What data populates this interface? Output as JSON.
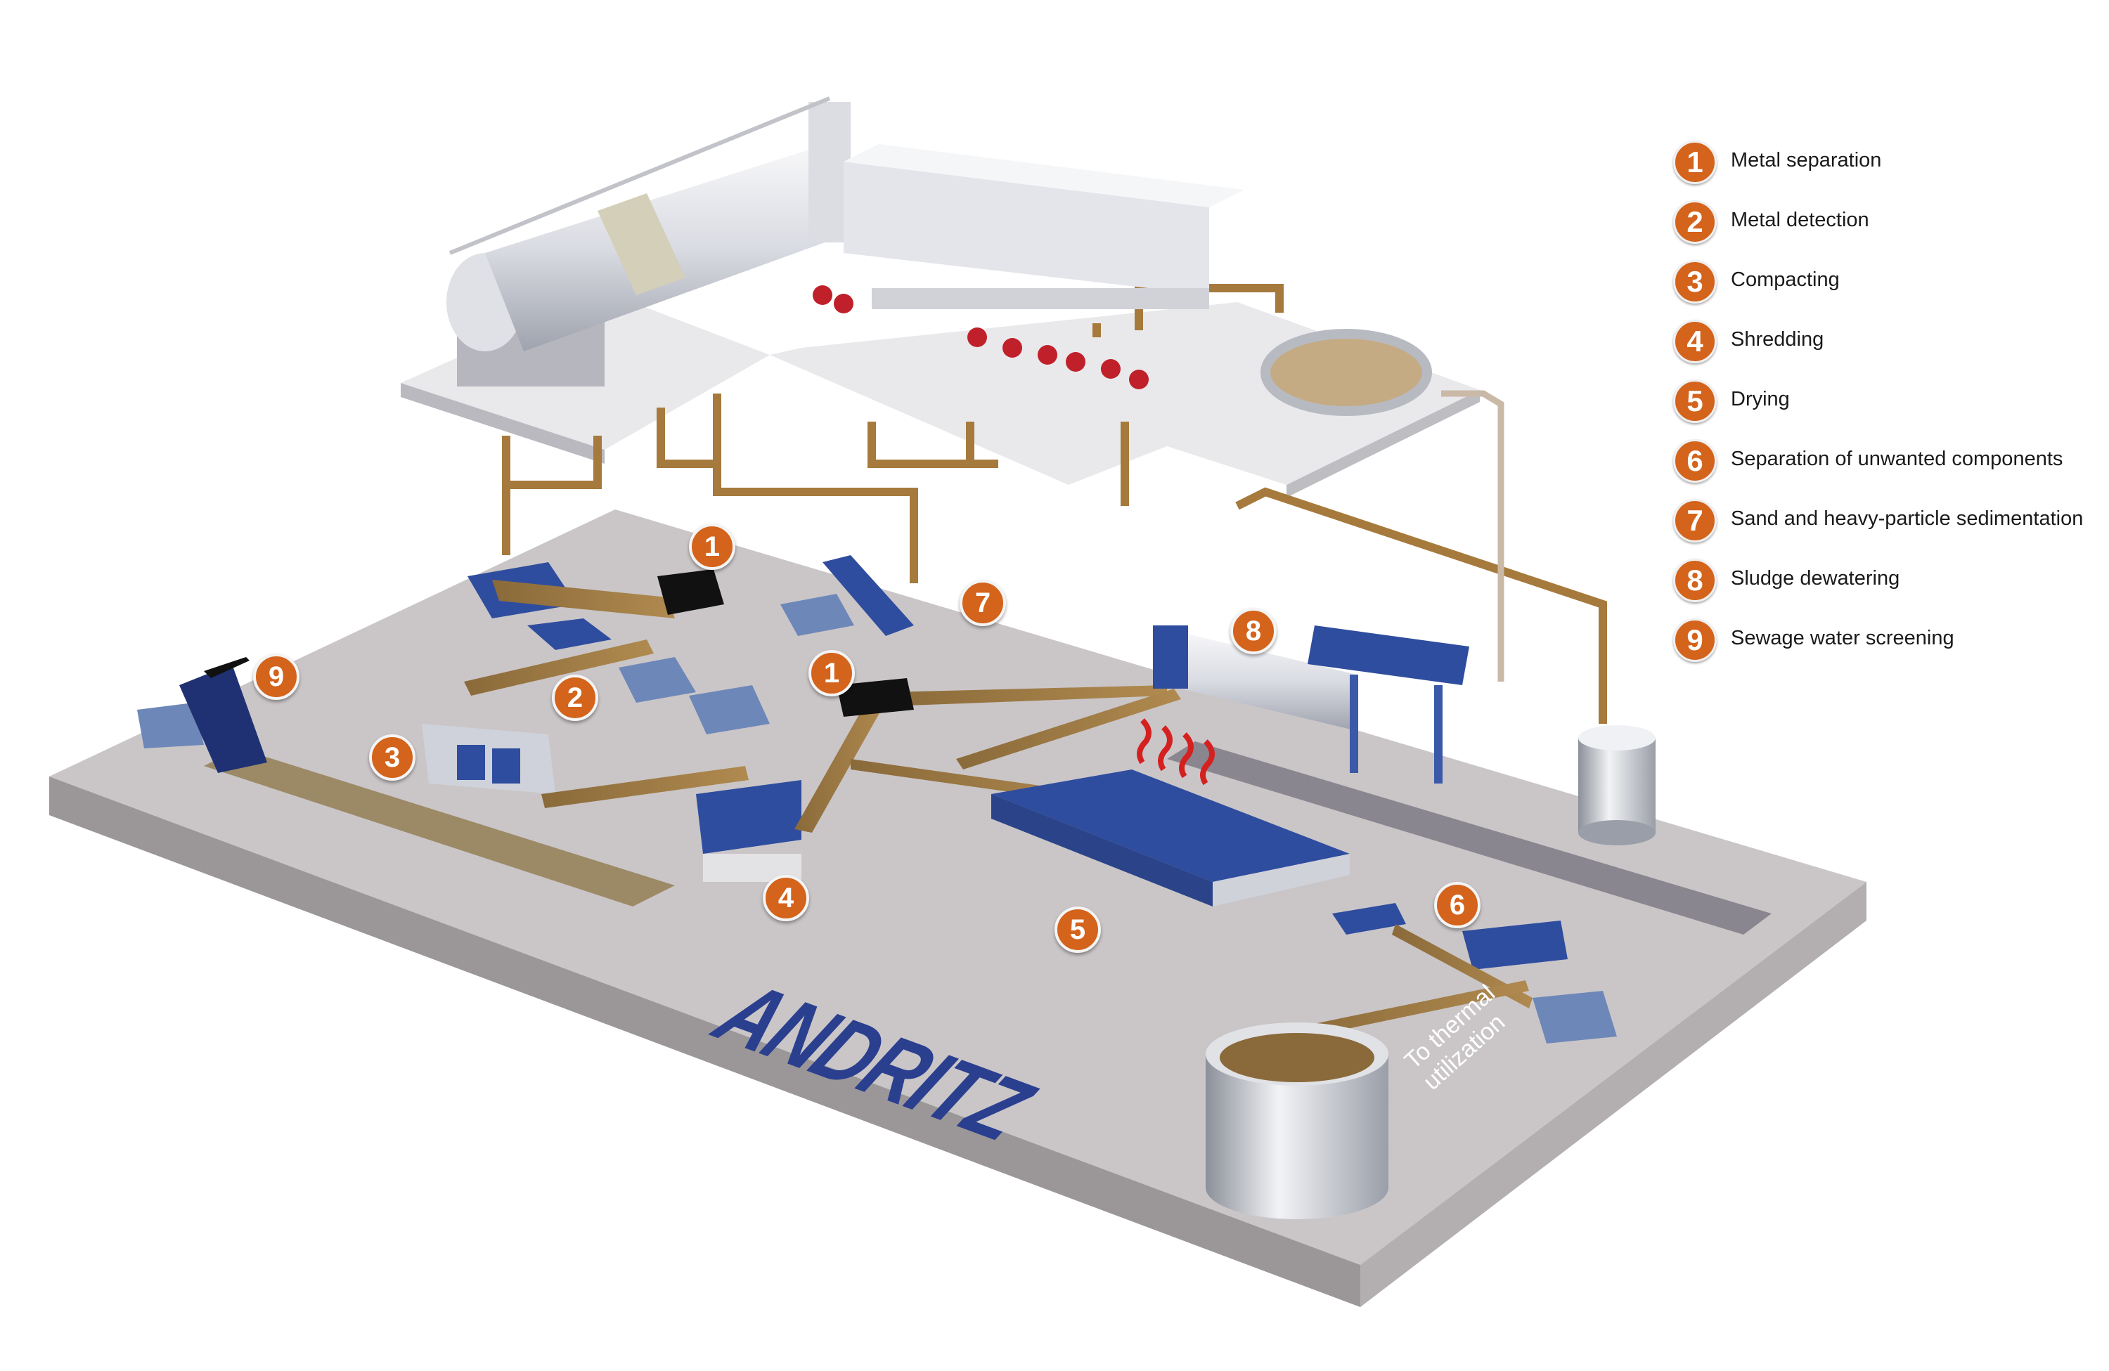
{
  "legend": {
    "items": [
      {
        "num": "1",
        "label": "Metal separation"
      },
      {
        "num": "2",
        "label": "Metal detection"
      },
      {
        "num": "3",
        "label": "Compacting"
      },
      {
        "num": "4",
        "label": "Shredding"
      },
      {
        "num": "5",
        "label": "Drying"
      },
      {
        "num": "6",
        "label": "Separation of unwanted components"
      },
      {
        "num": "7",
        "label": "Sand and heavy-particle sedimentation"
      },
      {
        "num": "8",
        "label": "Sludge dewatering"
      },
      {
        "num": "9",
        "label": "Sewage water screening"
      }
    ]
  },
  "callouts": [
    "1",
    "1",
    "7",
    "2",
    "9",
    "3",
    "4",
    "5",
    "6",
    "8"
  ],
  "logo": {
    "text": "ANDRITZ"
  },
  "thermal": {
    "line1": "To thermal",
    "line2": "utilization"
  },
  "colors": {
    "badge": "#d4631b",
    "machine_blue": "#2f4d9e",
    "floor": "#c9c5c7",
    "pipe": "#a67a3c"
  }
}
